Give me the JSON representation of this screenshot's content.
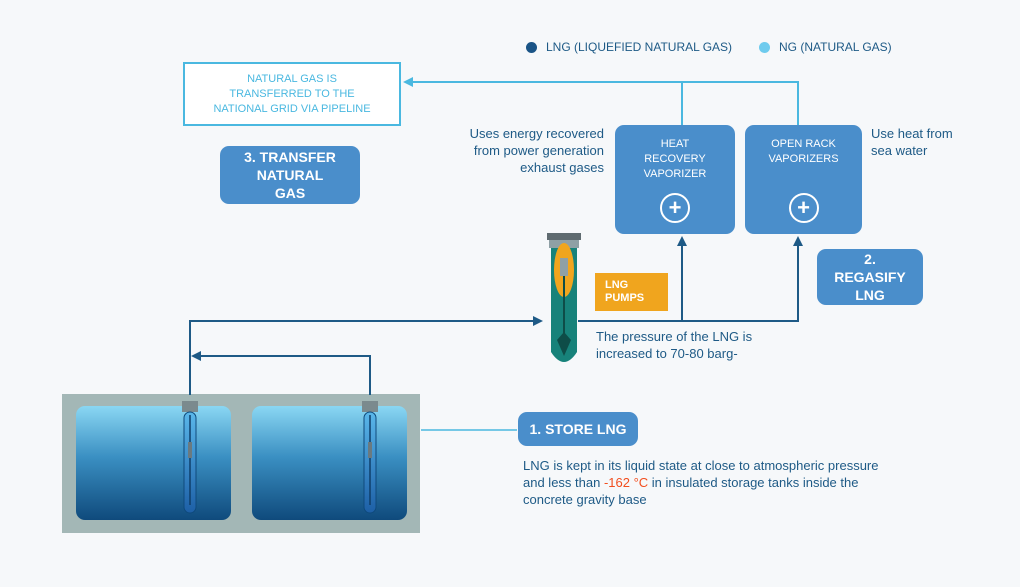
{
  "legend": [
    {
      "label": "LNG (LIQUEFIED NATURAL GAS)",
      "color": "#1a5486"
    },
    {
      "label": "NG (NATURAL GAS)",
      "color": "#6ecbee"
    }
  ],
  "transfer_box": {
    "text": "NATURAL GAS IS TRANSFERRED TO THE NATIONAL GRID VIA PIPELINE"
  },
  "steps": {
    "transfer": "3. TRANSFER NATURAL GAS",
    "regasify": "2. REGASIFY LNG",
    "store": "1. STORE LNG"
  },
  "vaporizers": {
    "heat_recovery": "HEAT RECOVERY VAPORIZER",
    "open_rack": "OPEN RACK VAPORIZERS"
  },
  "notes": {
    "heat_recovery": "Uses energy recovered from power generation exhaust gases",
    "open_rack": "Use heat from sea water",
    "pressure": "The pressure of the LNG is increased to 70-80 barg-",
    "store_before": "LNG is kept in its liquid state at close to atmospheric pressure and less than ",
    "store_temp": "-162 °C",
    "store_after": " in insulated storage tanks inside the concrete gravity base"
  },
  "pumps_label": "LNG PUMPS",
  "colors": {
    "line": "#1e5a86",
    "ng_line": "#4ab8e0",
    "box_blue": "#4a8ecb",
    "pump_orange": "#f0a51e",
    "tank_base": "#a3b7b6",
    "pump_teal": "#17827a",
    "highlight": "#f24e1e"
  }
}
